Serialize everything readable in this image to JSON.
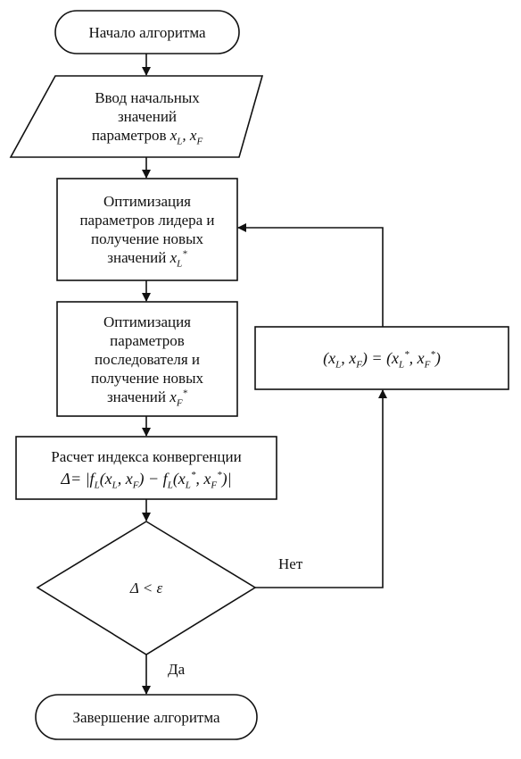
{
  "nodes": {
    "start": {
      "label": "Начало алгоритма"
    },
    "input": {
      "line1": "Ввод начальных",
      "line2": "значений",
      "line3": "параметров",
      "math": "x_L, x_F"
    },
    "leader": {
      "line1": "Оптимизация",
      "line2": "параметров лидера и",
      "line3": "получение новых",
      "line4": "значений",
      "math": "x_L^*"
    },
    "follower": {
      "line1": "Оптимизация",
      "line2": "параметров",
      "line3": "последователя и",
      "line4": "получение новых",
      "line5": "значений",
      "math": "x_F^*"
    },
    "convergence": {
      "line1": "Расчет индекса конвергенции",
      "formula": "Δ= |f_L(x_L, x_F) − f_L(x_L^*, x_F^*)|"
    },
    "decision": {
      "label": "Δ < ε"
    },
    "update": {
      "formula": "(x_L, x_F) = (x_L^*, x_F^*)"
    },
    "end": {
      "label": "Завершение алгоритма"
    }
  },
  "edges": {
    "no_label": "Нет",
    "yes_label": "Да"
  }
}
